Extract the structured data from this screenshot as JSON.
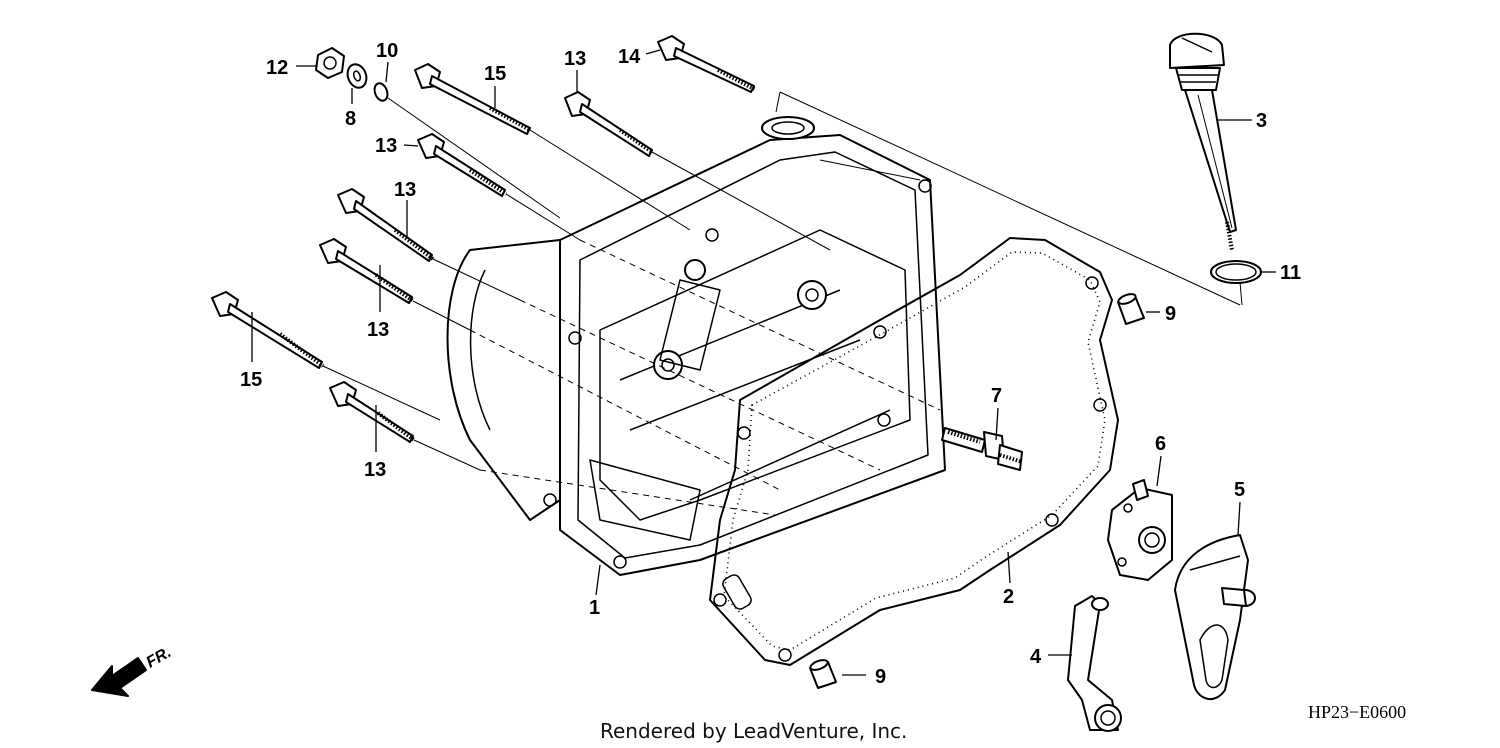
{
  "diagram": {
    "callouts": [
      {
        "id": "c12",
        "label": "12"
      },
      {
        "id": "c10",
        "label": "10"
      },
      {
        "id": "c8",
        "label": "8"
      },
      {
        "id": "c15a",
        "label": "15"
      },
      {
        "id": "c13a",
        "label": "13"
      },
      {
        "id": "c14",
        "label": "14"
      },
      {
        "id": "c13b",
        "label": "13"
      },
      {
        "id": "c13c",
        "label": "13"
      },
      {
        "id": "c13d",
        "label": "13"
      },
      {
        "id": "c15b",
        "label": "15"
      },
      {
        "id": "c13e",
        "label": "13"
      },
      {
        "id": "c3",
        "label": "3"
      },
      {
        "id": "c11",
        "label": "11"
      },
      {
        "id": "c9a",
        "label": "9"
      },
      {
        "id": "c7",
        "label": "7"
      },
      {
        "id": "c6",
        "label": "6"
      },
      {
        "id": "c5",
        "label": "5"
      },
      {
        "id": "c1",
        "label": "1"
      },
      {
        "id": "c2",
        "label": "2"
      },
      {
        "id": "c4",
        "label": "4"
      },
      {
        "id": "c9b",
        "label": "9"
      }
    ],
    "direction_label": "FR.",
    "footer_text": "Rendered by LeadVenture, Inc.",
    "diagram_code": "HP23−E0600"
  }
}
